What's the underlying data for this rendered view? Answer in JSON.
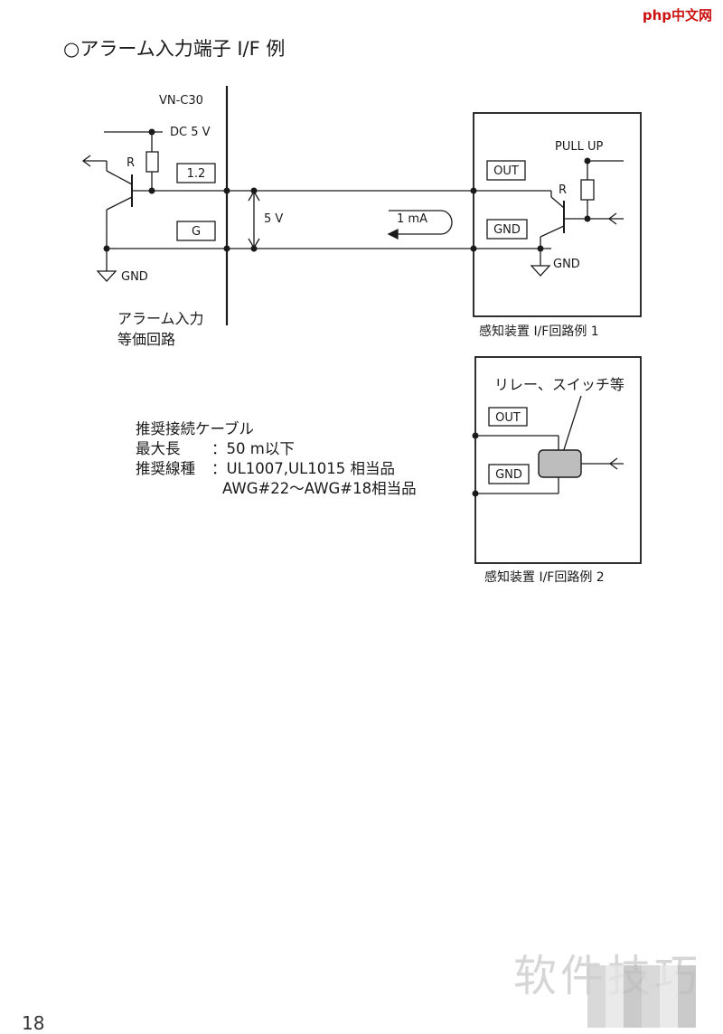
{
  "heading": "○アラーム入力端子 I/F 例",
  "logo": {
    "php": "php",
    "cn": "中文网"
  },
  "left_circuit": {
    "device": "VN-C30",
    "supply": "DC 5 V",
    "resistor": "R",
    "pin_signal": "1.2",
    "pin_ground": "G",
    "voltage": "5 V",
    "current": "1 mA",
    "gnd": "GND",
    "caption_line1": "アラーム入力",
    "caption_line2": "等価回路"
  },
  "example1": {
    "pullup": "PULL UP",
    "resistor": "R",
    "out": "OUT",
    "gnd_pin": "GND",
    "gnd": "GND",
    "caption": "感知装置 I/F回路例 1"
  },
  "example2": {
    "relay_label": "リレー、スイッチ等",
    "out": "OUT",
    "gnd_pin": "GND",
    "caption": "感知装置 I/F回路例 2"
  },
  "cable": {
    "title": "推奨接続ケーブル",
    "length_label": "最大長",
    "length_value": "：50 m以下",
    "type_label": "推奨線種",
    "type_value1": "：UL1007,UL1015 相当品",
    "type_value2": "AWG#22〜AWG#18相当品"
  },
  "watermark": "软件技巧",
  "page_number": "18"
}
